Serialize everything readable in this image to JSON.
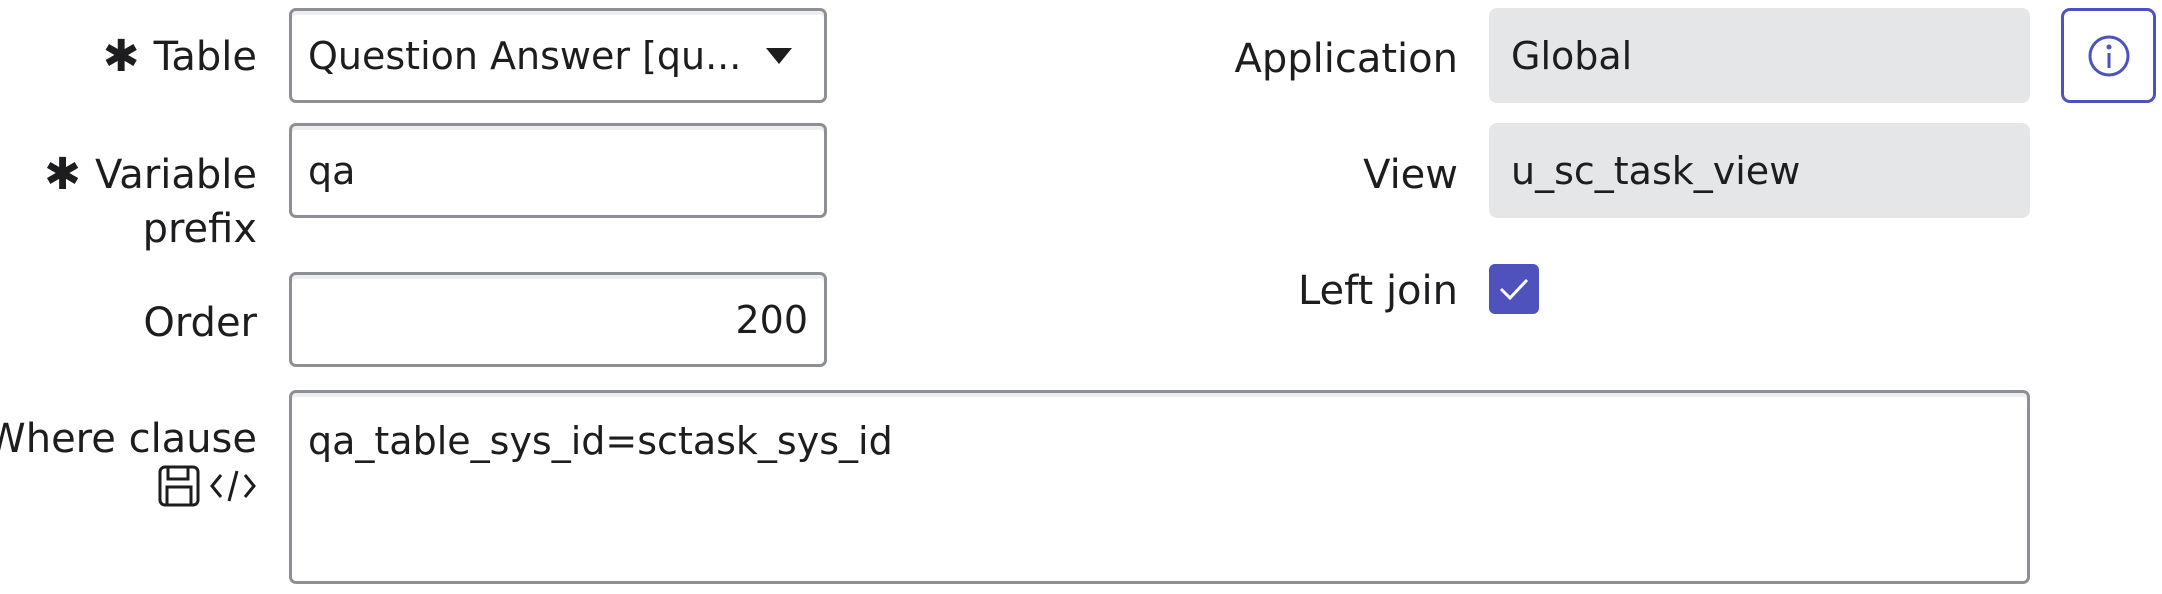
{
  "form": {
    "table": {
      "label": "Table",
      "value": "Question Answer [qu..."
    },
    "variable_prefix": {
      "label_line1": "Variable",
      "label_line2": "prefix",
      "value": "qa"
    },
    "order": {
      "label": "Order",
      "value": "200"
    },
    "where_clause": {
      "label": "Where clause",
      "value": "qa_table_sys_id=sctask_sys_id"
    },
    "application": {
      "label": "Application",
      "value": "Global"
    },
    "view": {
      "label": "View",
      "value": "u_sc_task_view"
    },
    "left_join": {
      "label": "Left join",
      "checked": true
    }
  },
  "icons": {
    "required": "asterisk-icon",
    "dropdown": "caret-down-icon",
    "info": "info-icon",
    "save": "floppy-disk-icon",
    "script": "code-icon"
  },
  "colors": {
    "accent": "#4f52bd",
    "readonly_bg": "#e5e6e8",
    "border": "#8c8f93"
  }
}
